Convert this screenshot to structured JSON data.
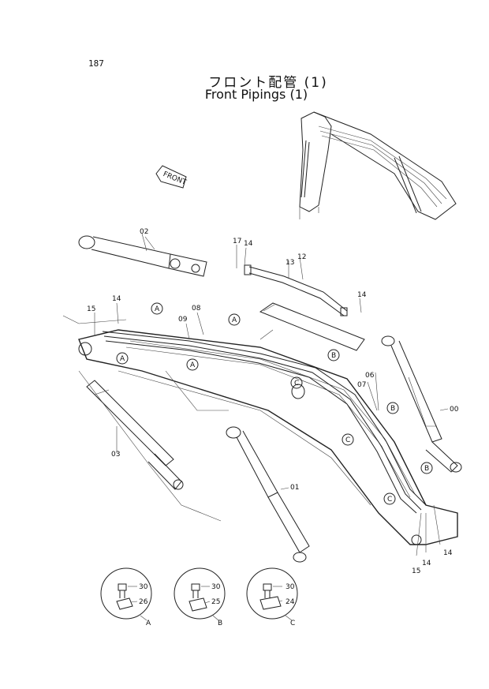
{
  "page_number": "187",
  "title_jp": "フロント配管 (1)",
  "title_en": "Front Pipings (1)",
  "front_arrow_label": "FRONT",
  "callouts": {
    "c02": "02",
    "c17": "17",
    "c14a": "14",
    "c13": "13",
    "c12": "12",
    "c14b": "14",
    "c15a": "15",
    "c14c": "14",
    "c08": "08",
    "c09": "09",
    "c03": "03",
    "c06": "06",
    "c07": "07",
    "c00": "00",
    "c01": "01",
    "c15b": "15",
    "c14d": "14",
    "c14e": "14"
  },
  "section_refs": {
    "A": "A",
    "B": "B",
    "C": "C"
  },
  "detail_views": [
    {
      "label": "A",
      "bolt": "30",
      "clamp": "26"
    },
    {
      "label": "B",
      "bolt": "30",
      "clamp": "25"
    },
    {
      "label": "C",
      "bolt": "30",
      "clamp": "24"
    }
  ]
}
